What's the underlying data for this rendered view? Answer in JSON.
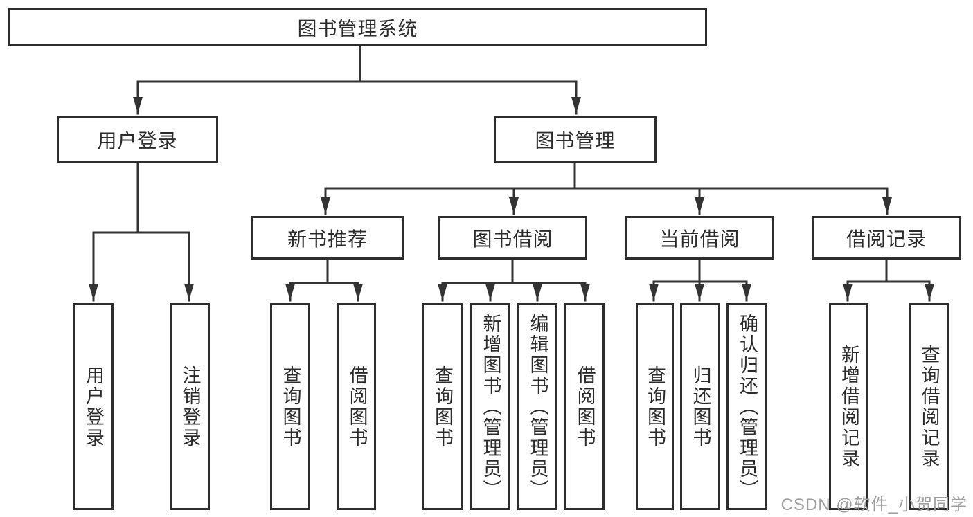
{
  "tree": {
    "root": {
      "label": "图书管理系统",
      "children": [
        {
          "label": "用户登录",
          "children": [
            {
              "label": "用户登录"
            },
            {
              "label": "注销登录"
            }
          ]
        },
        {
          "label": "图书管理",
          "children": [
            {
              "label": "新书推荐",
              "children": [
                {
                  "label": "查询图书"
                },
                {
                  "label": "借阅图书"
                }
              ]
            },
            {
              "label": "图书借阅",
              "children": [
                {
                  "label": "查询图书"
                },
                {
                  "label": "新增图书（管理员）"
                },
                {
                  "label": "编辑图书（管理员）"
                },
                {
                  "label": "借阅图书"
                }
              ]
            },
            {
              "label": "当前借阅",
              "children": [
                {
                  "label": "查询图书"
                },
                {
                  "label": "归还图书"
                },
                {
                  "label": "确认归还（管理员）"
                }
              ]
            },
            {
              "label": "借阅记录",
              "children": [
                {
                  "label": "新增借阅记录"
                },
                {
                  "label": "查询借阅记录"
                }
              ]
            }
          ]
        }
      ]
    }
  },
  "watermark": "CSDN @软件_小贺同学",
  "colors": {
    "line": "#333333",
    "box_border": "#2d2d2d",
    "text": "#2b2b2b",
    "background": "#ffffff",
    "watermark": "#9e9e9e"
  }
}
